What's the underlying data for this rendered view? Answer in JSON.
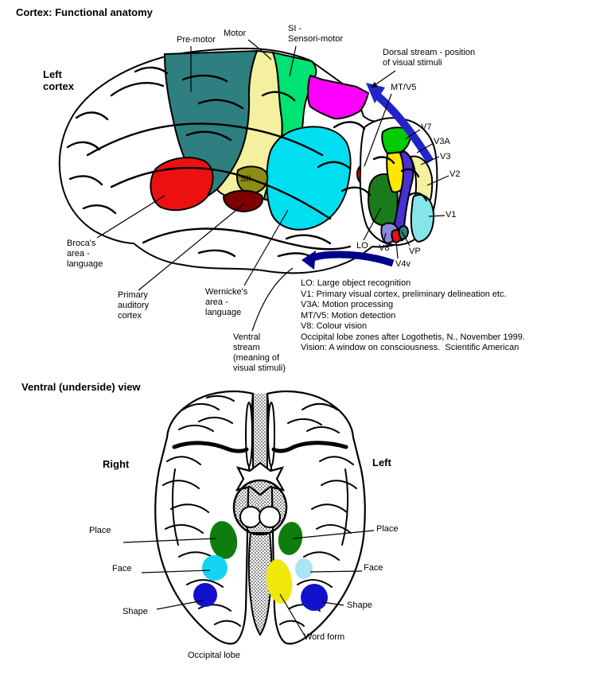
{
  "page": {
    "title": "Cortex: Functional anatomy",
    "subtitle": "Ventral (underside) view"
  },
  "top": {
    "heading": "Left\ncortex",
    "labels": {
      "premotor": "Pre-motor",
      "motor": "Motor",
      "si": "SI -\nSensori-motor",
      "dorsal": "Dorsal stream - position\nof visual stimuli",
      "mtv5": "MT/V5",
      "v7": "V7",
      "v3a": "V3A",
      "v3": "V3",
      "v2": "V2",
      "v1": "V1",
      "lo": "LO",
      "v8": "V8",
      "vp": "VP",
      "v4v": "V4v",
      "sii": "SII",
      "broca": "Broca's\narea -\nlanguage",
      "auditory": "Primary\nauditory\ncortex",
      "wernicke": "Wernicke's\narea -\nlanguage",
      "ventral": "Ventral\nstream\n(meaning of\nvisual stimuli)"
    },
    "legend": [
      "LO: Large object recognition",
      "V1: Primary visual cortex, preliminary delineation etc.",
      "V3A: Motion processing",
      "MT/V5: Motion detection",
      "V8: Colour vision",
      "Occipital lobe zones after Logothetis, N., November 1999.",
      "Vision: A window on consciousness.  Scientific American"
    ]
  },
  "bottom": {
    "right": "Right",
    "left": "Left",
    "labels": {
      "place_left": "Place",
      "face_left": "Face",
      "shape_left": "Shape",
      "place_right": "Place",
      "face_right": "Face",
      "shape_right": "Shape",
      "word_form": "Word form",
      "occipital": "Occipital lobe"
    }
  },
  "colors": {
    "premotor": "#2E7F7F",
    "motor": "#F4F0A0",
    "si": "#00E272",
    "parietal_magenta": "#FF00FF",
    "wernicke": "#00DFEF",
    "broca": "#EC1111",
    "auditory": "#7F0000",
    "sii": "#8C8C14",
    "mtv5_oval": "#EC1111",
    "v7": "#00CC00",
    "v3a": "#FFE800",
    "v3": "#4B2ED4",
    "v2": "#F4F0A0",
    "v1": "#85E6EA",
    "lo": "#1B7A1B",
    "v8": "#8A8ADF",
    "vp": "#2E7F7F",
    "dorsal_arrow": "#2323CC",
    "ventral_arrow": "#00008B",
    "place": "#0E7D0E",
    "face_left": "#12D4F0",
    "face_right": "#A9E5F2",
    "shape": "#1212CC",
    "word_form": "#F1E70B",
    "ink": "#000000"
  }
}
